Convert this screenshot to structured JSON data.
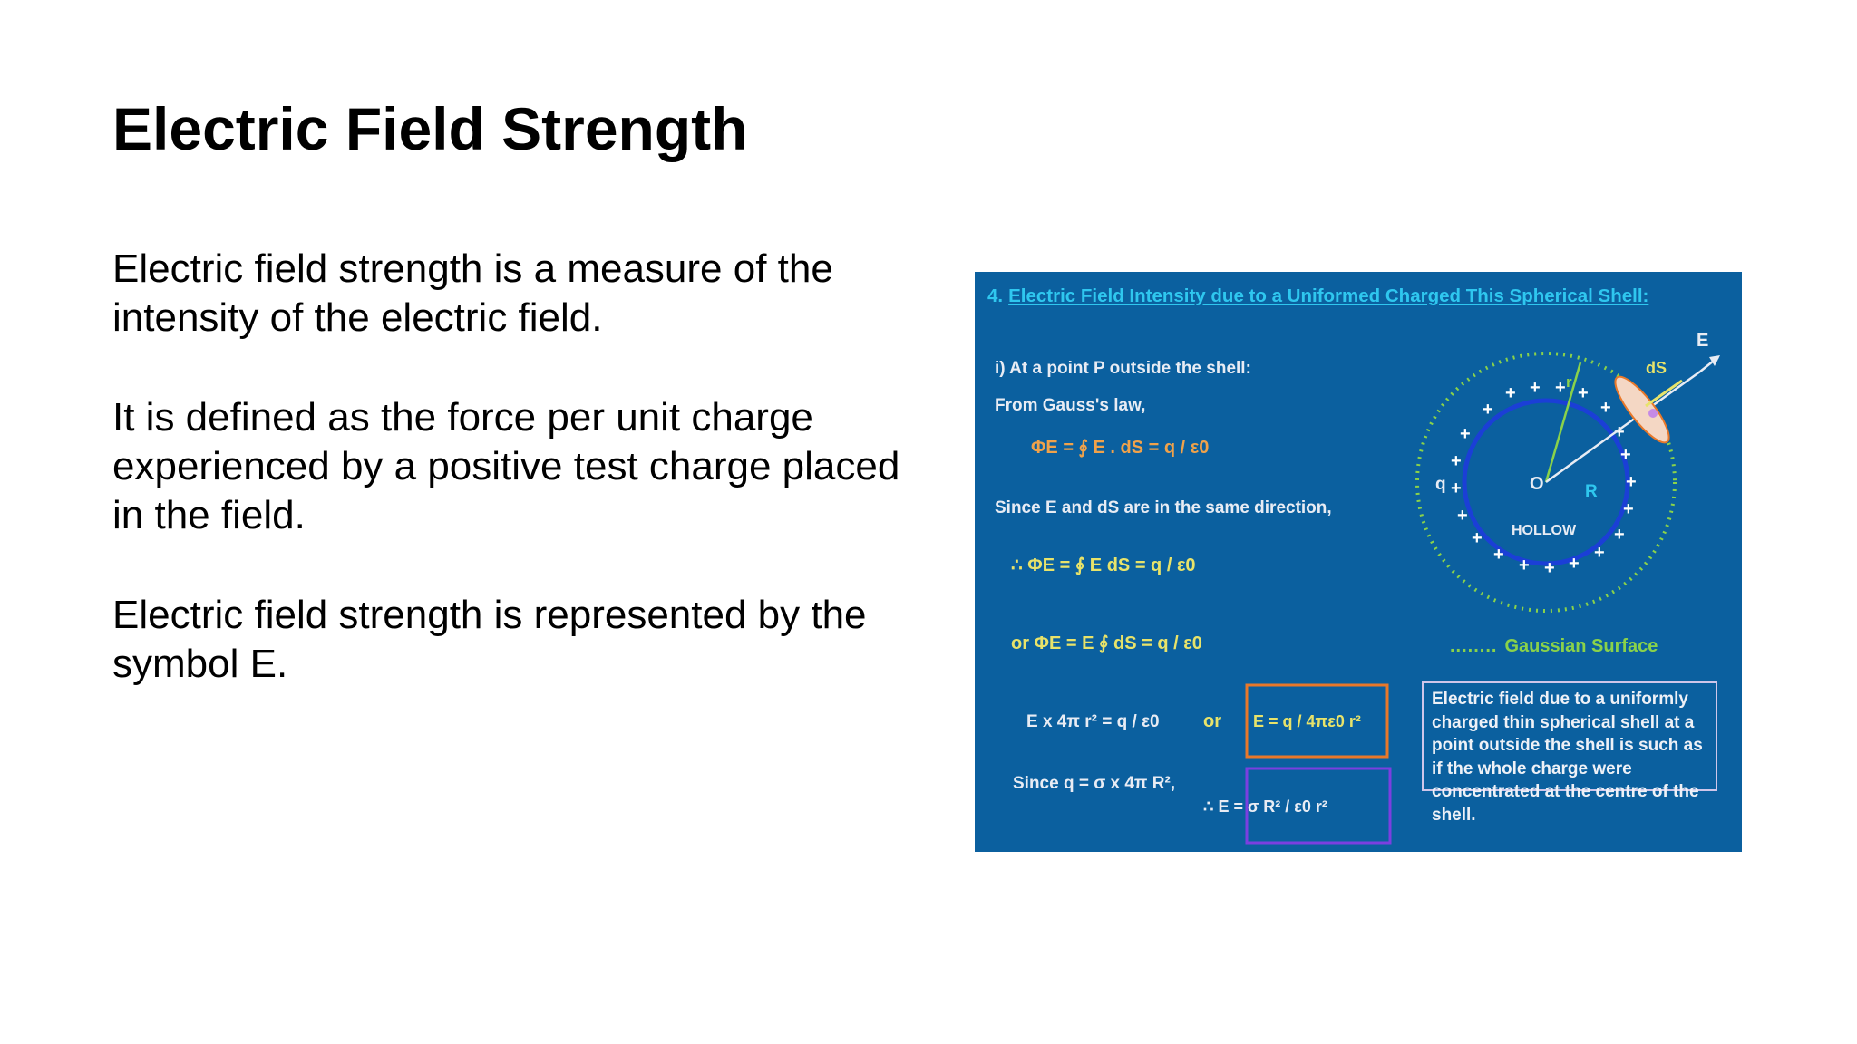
{
  "slide": {
    "title": "Electric Field Strength",
    "paragraphs": [
      "Electric field strength is a measure of the intensity of the electric field.",
      "It is defined as the force per unit charge experienced by a positive test charge placed in the field.",
      "Electric field strength is represented by the symbol E."
    ]
  },
  "figure": {
    "heading_number": "4.",
    "heading": "Electric Field Intensity due to a Uniformed Charged This Spherical Shell:",
    "case_label": "i) At a point P outside the shell:",
    "gauss_label": "From Gauss's law,",
    "same_direction": "Since E and dS are in the same direction,",
    "eq1": "ΦE = ∮ E . dS = q / ε0",
    "eq2": "∴ ΦE = ∮ E dS = q / ε0",
    "eq3": "or ΦE = E ∮ dS = q / ε0",
    "eq4": "E x 4π r² = q / ε0",
    "or_label": "or",
    "boxed_eq1": "E = q / 4πε0 r²",
    "since_q": "Since q = σ x 4π R²,",
    "boxed_eq2": "∴ E = σ R² / ε0 r²",
    "diagram_labels": {
      "origin": "O",
      "radius": "R",
      "small_r": "r",
      "charge": "q",
      "hollow": "HOLLOW",
      "field": "E",
      "area": "dS"
    },
    "legend_dots": "........",
    "legend": "Gaussian Surface",
    "info_box": "Electric field due to a uniformly charged thin spherical shell at a point outside the shell is such as if the whole charge were concentrated at the centre of the shell.",
    "colors": {
      "background": "#0b609f",
      "heading": "#2fc7ef",
      "equation_orange": "#f0a24a",
      "equation_yellow": "#e8e36a",
      "equation_green": "#8ad24a",
      "equation_purple": "#c58ae6",
      "shell": "#1b3fd6",
      "gaussian_surface": "#8ad24a"
    }
  }
}
